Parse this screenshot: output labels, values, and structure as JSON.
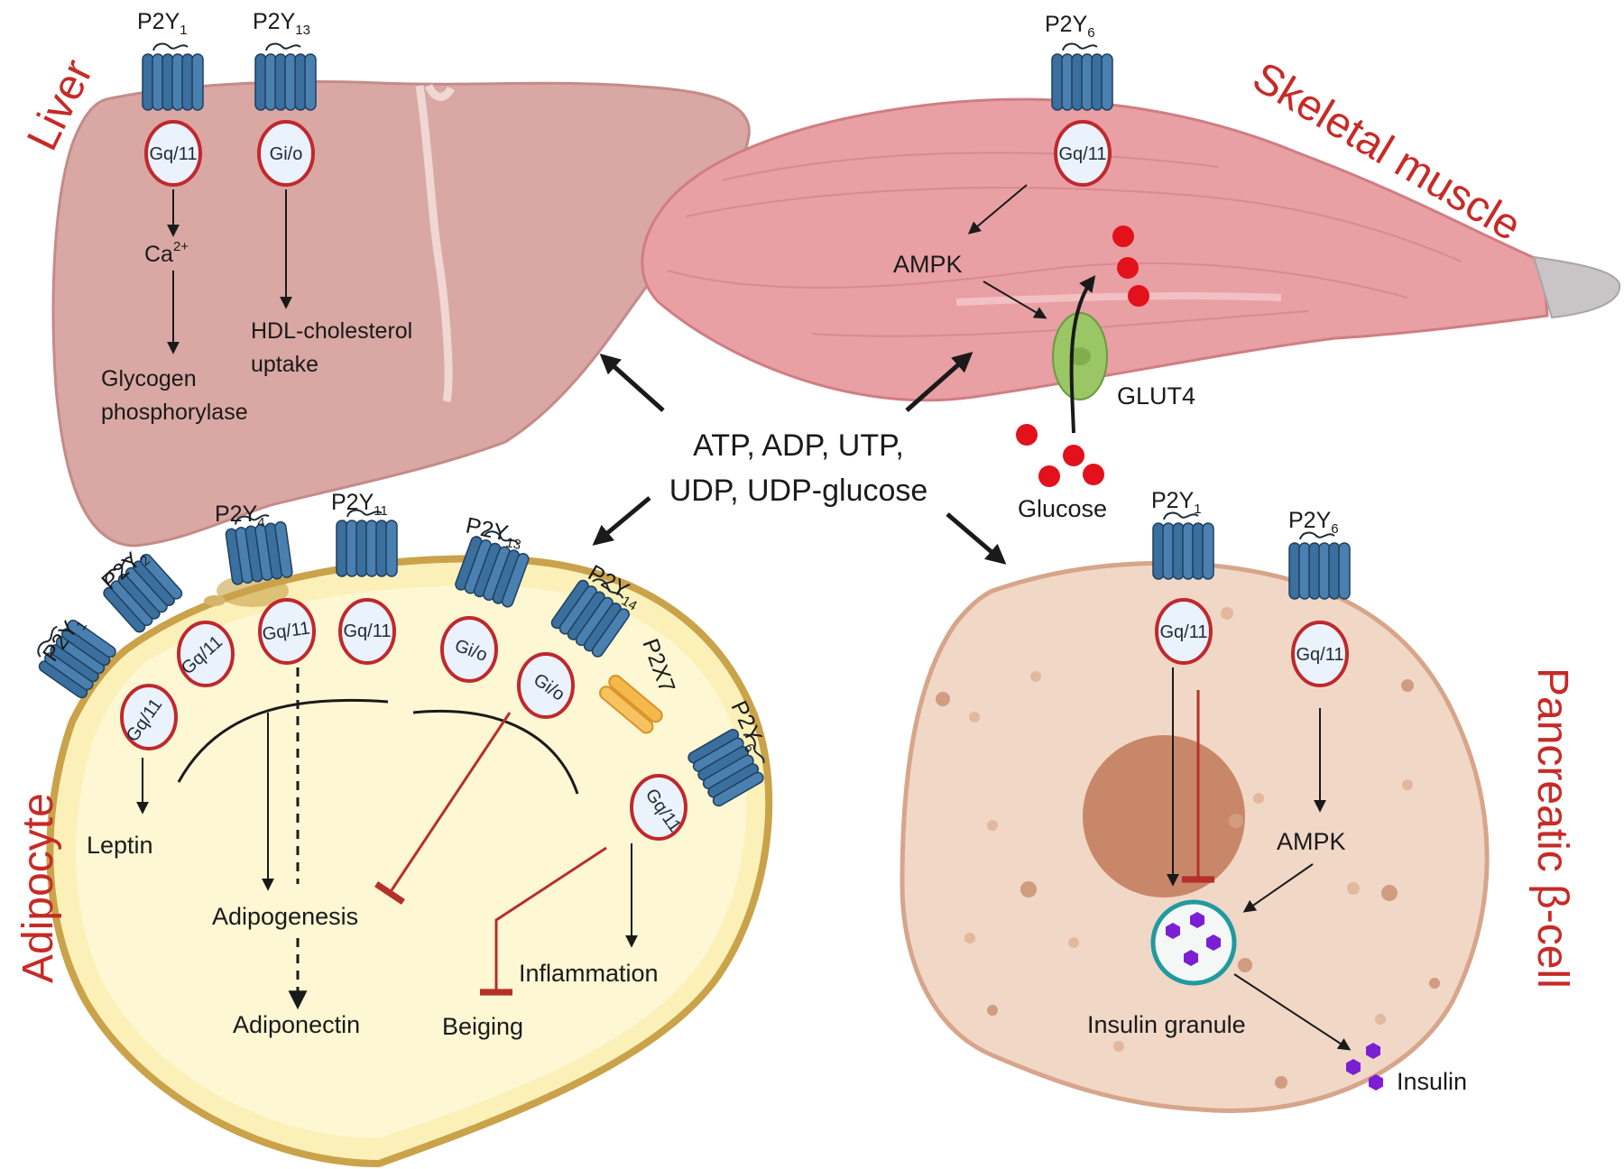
{
  "center": {
    "line1": "ATP, ADP, UTP,",
    "line2": "UDP, UDP-glucose"
  },
  "liver": {
    "organ_label": "Liver",
    "receptor1": {
      "name": "P2Y",
      "sub": "1",
      "gprotein": "Gq/11"
    },
    "receptor2": {
      "name": "P2Y",
      "sub": "13",
      "gprotein": "Gi/o"
    },
    "ca_base": "Ca",
    "ca_sup": "2+",
    "glycogen_line1": "Glycogen",
    "glycogen_line2": "phosphorylase",
    "hdl_line1": "HDL-cholesterol",
    "hdl_line2": "uptake"
  },
  "muscle": {
    "organ_label": "Skeletal muscle",
    "receptor": {
      "name": "P2Y",
      "sub": "6",
      "gprotein": "Gq/11"
    },
    "ampk": "AMPK",
    "glut4": "GLUT4",
    "glucose": "Glucose"
  },
  "adipocyte": {
    "organ_label": "Adipocyte",
    "receptors": [
      {
        "name": "P2Y",
        "sub": "1",
        "gprotein": "Gq/11"
      },
      {
        "name": "P2Y",
        "sub": "2",
        "gprotein": "Gq/11"
      },
      {
        "name": "P2Y",
        "sub": "4",
        "gprotein": "Gq/11"
      },
      {
        "name": "P2Y",
        "sub": "11",
        "gprotein": "Gq/11"
      },
      {
        "name": "P2Y",
        "sub": "13",
        "gprotein": "Gi/o"
      },
      {
        "name": "P2Y",
        "sub": "14",
        "gprotein": "Gi/o"
      },
      {
        "name": "P2Y",
        "sub": "6",
        "gprotein": "Gq/11"
      }
    ],
    "p2x7": "P2X7",
    "leptin": "Leptin",
    "adipogenesis": "Adipogenesis",
    "adiponectin": "Adiponectin",
    "beiging": "Beiging",
    "inflammation": "Inflammation"
  },
  "beta_cell": {
    "organ_label": "Pancreatic β-cell",
    "receptor1": {
      "name": "P2Y",
      "sub": "1",
      "gprotein": "Gq/11"
    },
    "receptor2": {
      "name": "P2Y",
      "sub": "6",
      "gprotein": "Gq/11"
    },
    "ampk": "AMPK",
    "granule": "Insulin granule",
    "insulin": "Insulin"
  },
  "colors": {
    "organ_text": "#c62b27",
    "receptor_blue": "#3a6f9e",
    "gprotein_ring": "#c0282d",
    "liver": "#d9a7a4",
    "muscle": "#e8a0a4",
    "adipocyte_fill": "#fbf0b8",
    "adipocyte_border": "#c9a24a",
    "beta_cell_fill": "#f0d7c6",
    "beta_nucleus": "#c9876a",
    "glucose_red": "#e2111b",
    "insulin_purple": "#7b1fd4",
    "granule_teal": "#1f9aa0",
    "inhibition_red": "#b5302a"
  }
}
